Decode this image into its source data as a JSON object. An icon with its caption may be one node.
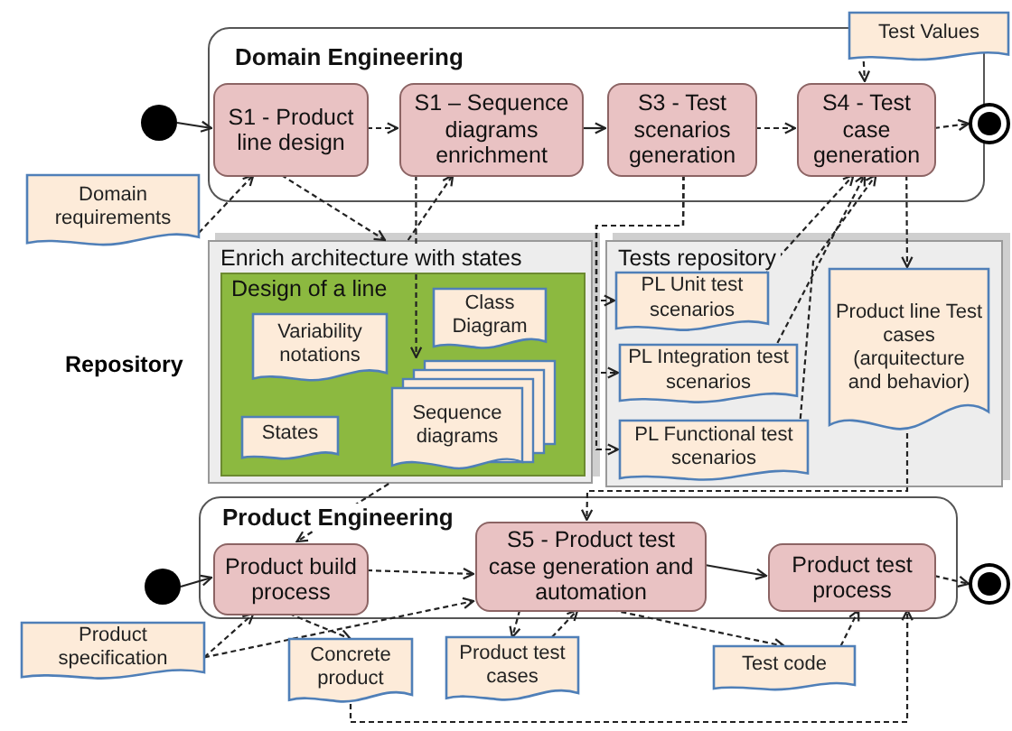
{
  "diagram": {
    "nodes": [
      {
        "text": [
          "Domain Engineering"
        ]
      },
      {
        "text": [],
        "shape": "circle"
      },
      {
        "text": [
          "S1 - Product line design"
        ],
        "in": 0
      },
      {
        "text": [
          "S1 – Sequence diagrams enrichment"
        ],
        "in": 0
      },
      {
        "text": [
          "S3 - Test scenarios generation"
        ],
        "in": 0
      },
      {
        "text": [
          "S4 - Test case generation"
        ],
        "in": 0
      },
      {
        "text": [],
        "shape": "circle"
      },
      {
        "text": [
          "Test Values"
        ]
      },
      {
        "text": [
          "Domain requirements"
        ]
      },
      {
        "text": [
          "Enrich architecture with states"
        ]
      },
      {
        "text": [
          "Design of a line"
        ],
        "in": 9
      },
      {
        "text": [
          "Variability notations"
        ],
        "in": 10
      },
      {
        "text": [
          "Class Diagram"
        ],
        "in": 10
      },
      {
        "text": [
          "States"
        ],
        "in": 10
      },
      {
        "text": [
          "Sequence diagrams"
        ],
        "in": 10
      },
      {
        "text": [
          "Tests repository"
        ]
      },
      {
        "text": [
          "PL Unit test scenarios"
        ],
        "in": 15
      },
      {
        "text": [
          "PL Integration test scenarios"
        ],
        "in": 15
      },
      {
        "text": [
          "PL Functional test scenarios"
        ],
        "in": 15
      },
      {
        "text": [
          "Product line Test cases (arquitecture and behavior)"
        ],
        "in": 15
      },
      {
        "text": [
          "Product Engineering"
        ]
      },
      {
        "text": [],
        "shape": "circle"
      },
      {
        "text": [
          "Product build process"
        ],
        "in": 20
      },
      {
        "text": [
          "S5 - Product test case generation and automation"
        ],
        "in": 20
      },
      {
        "text": [
          "Product test process"
        ],
        "in": 20
      },
      {
        "text": [],
        "shape": "circle"
      },
      {
        "text": [
          "Product specification"
        ]
      },
      {
        "text": [
          "Concrete product"
        ]
      },
      {
        "text": [
          "Product test cases"
        ]
      },
      {
        "text": [
          "Test code"
        ]
      }
    ],
    "edges": [
      {
        "from": 1,
        "to": 2,
        "arrow": "to"
      },
      {
        "from": 2,
        "to": 3,
        "arrow": "to",
        "style": "dashed"
      },
      {
        "from": 3,
        "to": 4,
        "arrow": "to"
      },
      {
        "from": 4,
        "to": 5,
        "arrow": "to",
        "style": "dashed"
      },
      {
        "from": 5,
        "to": 6,
        "arrow": "to",
        "style": "dashed"
      },
      {
        "from": 7,
        "to": 5,
        "arrow": "to",
        "style": "dashed"
      },
      {
        "from": 8,
        "to": 2,
        "arrow": "to",
        "style": "dashed"
      },
      {
        "from": 2,
        "to": 9,
        "arrow": "to",
        "style": "dashed"
      },
      {
        "from": 9,
        "to": 3,
        "arrow": "to",
        "style": "dashed"
      },
      {
        "from": 3,
        "to": 14,
        "arrow": "to",
        "style": "dashed"
      },
      {
        "from": 4,
        "to": 16,
        "arrow": "to",
        "style": "dashed"
      },
      {
        "from": 4,
        "to": 17,
        "arrow": "to",
        "style": "dashed"
      },
      {
        "from": 4,
        "to": 18,
        "arrow": "to",
        "style": "dashed"
      },
      {
        "from": 16,
        "to": 5,
        "arrow": "to",
        "style": "dashed"
      },
      {
        "from": 17,
        "to": 5,
        "arrow": "to",
        "style": "dashed"
      },
      {
        "from": 18,
        "to": 5,
        "arrow": "to",
        "style": "dashed"
      },
      {
        "from": 5,
        "to": 19,
        "arrow": "to",
        "style": "dashed"
      },
      {
        "from": 19,
        "to": 23,
        "arrow": "to",
        "style": "dashed"
      },
      {
        "from": 9,
        "to": 22,
        "arrow": "to",
        "style": "dashed"
      },
      {
        "from": 21,
        "to": 22,
        "arrow": "to"
      },
      {
        "from": 22,
        "to": 23,
        "arrow": "to",
        "style": "dashed"
      },
      {
        "from": 23,
        "to": 24,
        "arrow": "to"
      },
      {
        "from": 24,
        "to": 25,
        "arrow": "to",
        "style": "dashed"
      },
      {
        "from": 26,
        "to": 22,
        "arrow": "to",
        "style": "dashed"
      },
      {
        "from": 26,
        "to": 23,
        "arrow": "to",
        "style": "dashed"
      },
      {
        "from": 22,
        "to": 27,
        "arrow": "to",
        "style": "dashed"
      },
      {
        "from": 23,
        "to": 28,
        "arrow": "to",
        "style": "dashed"
      },
      {
        "from": 28,
        "to": 23,
        "arrow": "to",
        "style": "dashed"
      },
      {
        "from": 23,
        "to": 29,
        "arrow": "to",
        "style": "dashed"
      },
      {
        "from": 29,
        "to": 24,
        "arrow": "to",
        "style": "dashed"
      },
      {
        "from": 27,
        "to": 24,
        "arrow": "to",
        "style": "dashed"
      }
    ],
    "labels": [
      "Repository"
    ]
  }
}
